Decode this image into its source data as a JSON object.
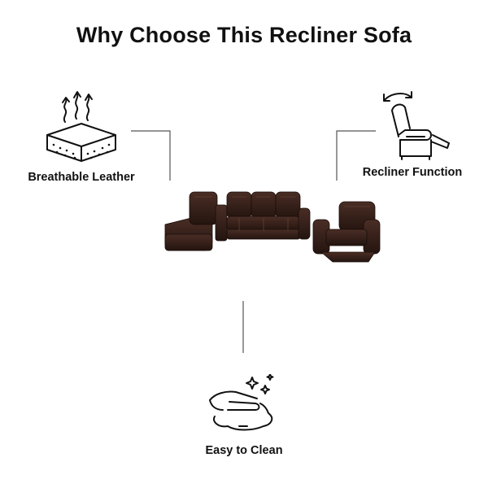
{
  "title": "Why Choose This Recliner Sofa",
  "features": {
    "breathable": {
      "label": "Breathable Leather",
      "icon": "breathable-layer-icon"
    },
    "recliner": {
      "label": "Recliner Function",
      "icon": "reclining-chair-icon"
    },
    "clean": {
      "label": "Easy to Clean",
      "icon": "wiping-hand-icon"
    }
  },
  "colors": {
    "leather": "#2e1a14",
    "leather_highlight": "#5a3a2f",
    "line": "#555555"
  }
}
